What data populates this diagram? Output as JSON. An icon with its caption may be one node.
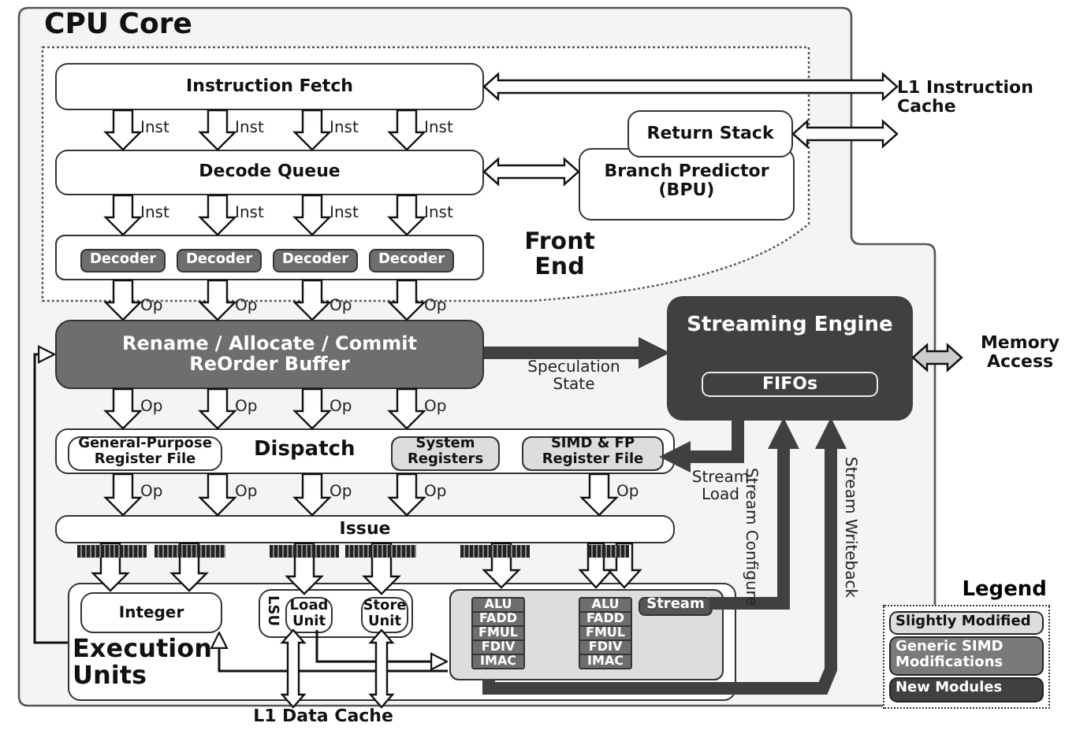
{
  "diagram": {
    "nodes": [
      {
        "text": [
          "CPU Core"
        ]
      },
      {
        "text": [
          "Front End"
        ],
        "in": 0
      },
      {
        "text": [
          "Instruction Fetch"
        ],
        "in": 1
      },
      {
        "text": [
          "Decode Queue"
        ],
        "in": 1
      },
      {
        "text": [],
        "shape": "box",
        "in": 1
      },
      {
        "text": [
          "Decoder"
        ],
        "in": 4
      },
      {
        "text": [
          "Decoder"
        ],
        "in": 4
      },
      {
        "text": [
          "Decoder"
        ],
        "in": 4
      },
      {
        "text": [
          "Decoder"
        ],
        "in": 4
      },
      {
        "text": [
          "Branch Predictor (BPU)"
        ],
        "in": 1
      },
      {
        "text": [
          "Return Stack"
        ],
        "in": 1
      },
      {
        "text": [
          "L1 Instruction Cache"
        ]
      },
      {
        "text": [
          "Rename / Allocate / Commit ReOrder Buffer"
        ],
        "in": 0
      },
      {
        "text": [
          "Streaming Engine"
        ],
        "in": 0
      },
      {
        "text": [
          "FIFOs"
        ],
        "in": 13
      },
      {
        "text": [
          "Memory Access"
        ]
      },
      {
        "text": [
          "Dispatch"
        ],
        "in": 0
      },
      {
        "text": [
          "General-Purpose Register File"
        ],
        "in": 16
      },
      {
        "text": [
          "System Registers"
        ],
        "in": 16
      },
      {
        "text": [
          "SIMD & FP Register File"
        ],
        "in": 16
      },
      {
        "text": [
          "Issue"
        ],
        "in": 0
      },
      {
        "text": [
          "Execution Units"
        ],
        "in": 0
      },
      {
        "text": [
          "Integer"
        ],
        "in": 21
      },
      {
        "text": [
          "LSU"
        ],
        "in": 21
      },
      {
        "text": [
          "Load Unit"
        ],
        "in": 23
      },
      {
        "text": [
          "Store Unit"
        ],
        "in": 23
      },
      {
        "text": [],
        "shape": "box",
        "in": 21
      },
      {
        "text": [
          "ALU",
          "FADD",
          "FMUL",
          "FDIV",
          "IMAC"
        ],
        "in": 26
      },
      {
        "text": [
          "ALU",
          "FADD",
          "FMUL",
          "FDIV",
          "IMAC"
        ],
        "in": 26
      },
      {
        "text": [
          "Stream"
        ],
        "in": 26
      },
      {
        "text": [
          "L1 Data Cache"
        ]
      }
    ],
    "edges": [
      {
        "from": 2,
        "to": 11,
        "arrow": "both"
      },
      {
        "from": 10,
        "to": 11,
        "arrow": "both"
      },
      {
        "from": 3,
        "to": 9,
        "arrow": "both"
      },
      {
        "from": 2,
        "to": 3,
        "arrow": "to",
        "label": "Inst"
      },
      {
        "from": 2,
        "to": 3,
        "arrow": "to",
        "label": "Inst"
      },
      {
        "from": 2,
        "to": 3,
        "arrow": "to",
        "label": "Inst"
      },
      {
        "from": 2,
        "to": 3,
        "arrow": "to",
        "label": "Inst"
      },
      {
        "from": 3,
        "to": 4,
        "arrow": "to",
        "label": "Inst"
      },
      {
        "from": 3,
        "to": 4,
        "arrow": "to",
        "label": "Inst"
      },
      {
        "from": 3,
        "to": 4,
        "arrow": "to",
        "label": "Inst"
      },
      {
        "from": 3,
        "to": 4,
        "arrow": "to",
        "label": "Inst"
      },
      {
        "from": 4,
        "to": 12,
        "arrow": "to",
        "label": "Op"
      },
      {
        "from": 4,
        "to": 12,
        "arrow": "to",
        "label": "Op"
      },
      {
        "from": 4,
        "to": 12,
        "arrow": "to",
        "label": "Op"
      },
      {
        "from": 4,
        "to": 12,
        "arrow": "to",
        "label": "Op"
      },
      {
        "from": 12,
        "to": 13,
        "arrow": "to",
        "label": "Speculation State",
        "color": "#404040"
      },
      {
        "from": 12,
        "to": 16,
        "arrow": "to",
        "label": "Op"
      },
      {
        "from": 12,
        "to": 16,
        "arrow": "to",
        "label": "Op"
      },
      {
        "from": 12,
        "to": 16,
        "arrow": "to",
        "label": "Op"
      },
      {
        "from": 12,
        "to": 16,
        "arrow": "to",
        "label": "Op"
      },
      {
        "from": 13,
        "to": 19,
        "arrow": "to",
        "label": "Stream Load",
        "color": "#404040"
      },
      {
        "from": 16,
        "to": 20,
        "arrow": "to",
        "label": "Op"
      },
      {
        "from": 16,
        "to": 20,
        "arrow": "to",
        "label": "Op"
      },
      {
        "from": 16,
        "to": 20,
        "arrow": "to",
        "label": "Op"
      },
      {
        "from": 16,
        "to": 20,
        "arrow": "to",
        "label": "Op"
      },
      {
        "from": 16,
        "to": 20,
        "arrow": "to",
        "label": "Op"
      },
      {
        "from": 20,
        "to": 22,
        "arrow": "to"
      },
      {
        "from": 20,
        "to": 22,
        "arrow": "to"
      },
      {
        "from": 20,
        "to": 24,
        "arrow": "to"
      },
      {
        "from": 20,
        "to": 25,
        "arrow": "to"
      },
      {
        "from": 20,
        "to": 26,
        "arrow": "to"
      },
      {
        "from": 20,
        "to": 26,
        "arrow": "to"
      },
      {
        "from": 20,
        "to": 26,
        "arrow": "to"
      },
      {
        "from": 29,
        "to": 13,
        "arrow": "to",
        "label": "Stream Configure",
        "color": "#404040"
      },
      {
        "from": 26,
        "to": 13,
        "arrow": "to",
        "label": "Stream Writeback",
        "color": "#404040"
      },
      {
        "from": 13,
        "to": 15,
        "arrow": "both",
        "color": "#cccccc"
      },
      {
        "from": 21,
        "to": 12,
        "arrow": "to"
      },
      {
        "from": 24,
        "to": 26,
        "arrow": "to"
      },
      {
        "from": 26,
        "to": 22,
        "arrow": "to"
      },
      {
        "from": 24,
        "to": 30,
        "arrow": "both"
      },
      {
        "from": 25,
        "to": 30,
        "arrow": "both"
      }
    ],
    "labels": [
      "Legend"
    ],
    "legend": [
      {
        "text": "Slightly Modified",
        "color": "#dddddd"
      },
      {
        "text": "Generic SIMD Modifications",
        "color": "#7a7a7a"
      },
      {
        "text": "New Modules",
        "color": "#404040"
      }
    ]
  }
}
